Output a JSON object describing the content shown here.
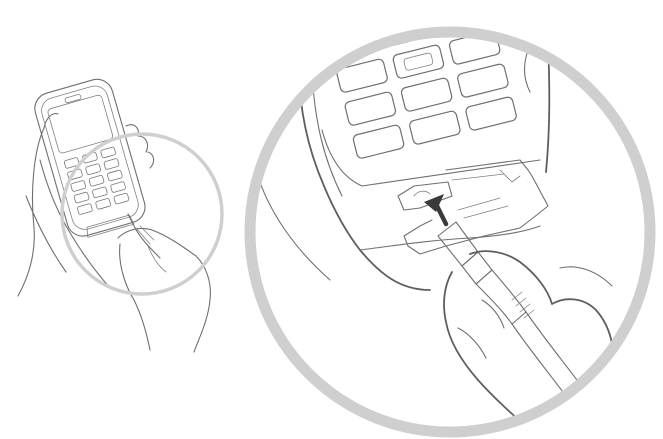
{
  "figure": {
    "background": "#ffffff",
    "line_color": "#6f6f6f",
    "magnifier_ring_color": "#cfcfcf",
    "arrow_color": "#3a3a3a",
    "left_panel": {
      "subject": "hands-holding-payment-terminal",
      "magnifier": "circle-highlighting-bottom-port"
    },
    "right_panel": {
      "subject": "zoomed-view-cable-plugged-into-terminal-port",
      "arrow": "insertion-direction-arrow"
    }
  }
}
